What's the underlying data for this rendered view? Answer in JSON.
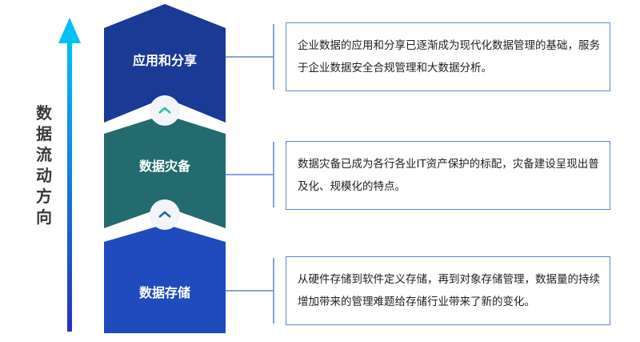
{
  "axis_label": "数据流动方向",
  "layers": [
    {
      "label": "应用和分享",
      "color": "#1a3a96",
      "description": "企业数据的应用和分享已逐渐成为现代化数据管理的基础，服务于企业数据安全合规管理和大数据分析。"
    },
    {
      "label": "数据灾备",
      "color": "#236b6e",
      "description": "数据灾备已成为各行各业IT资产保护的标配，灾备建设呈现出普及化、规模化的特点。"
    },
    {
      "label": "数据存储",
      "color": "#1f4bbd",
      "description": "从硬件存储到软件定义存储，再到对象存储管理，数据量的持续增加带来的管理难题给存储行业带来了新的变化。"
    }
  ],
  "colors": {
    "arrow_top": "#00c0f5",
    "arrow_bottom": "#2a2fc0",
    "box_border": "#5b86d4",
    "chevron_1": "#2bbf9a",
    "chevron_2": "#2563a8"
  }
}
